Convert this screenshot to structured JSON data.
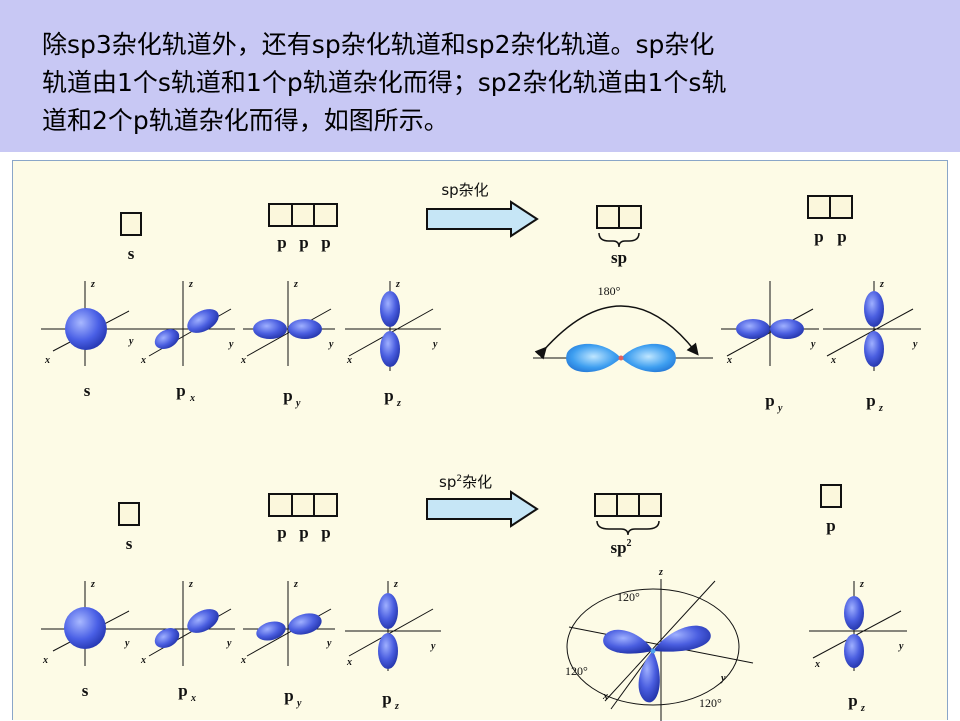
{
  "banner": {
    "lines": [
      "除sp3杂化轨道外，还有sp杂化轨道和sp2杂化轨道。sp杂化",
      "轨道由1个s轨道和1个p轨道杂化而得；sp2杂化轨道由1个s轨",
      "道和2个p轨道杂化而得，如图所示。"
    ],
    "background_color": "#c8c8f4"
  },
  "sp_section": {
    "arrow_label": "sp杂化",
    "s_box_label": "s",
    "p_box_labels": [
      "p",
      "p",
      "p"
    ],
    "result_box_label": "sp",
    "remaining_p_labels": [
      "p",
      "p"
    ],
    "angle_label": "180°",
    "orbital_labels": [
      "s",
      "p",
      "x",
      "p",
      "y",
      "p",
      "z"
    ],
    "remaining_orbital_labels": [
      "p",
      "y",
      "p",
      "z"
    ]
  },
  "sp2_section": {
    "arrow_label": "sp",
    "arrow_label_sup": "2",
    "arrow_label_tail": "杂化",
    "s_box_label": "s",
    "p_box_labels": [
      "p",
      "p",
      "p"
    ],
    "result_box_label": "sp",
    "result_box_sup": "2",
    "remaining_p_label": "p",
    "angle_labels": [
      "120°",
      "120°",
      "120°"
    ],
    "orbital_labels": [
      "s",
      "p",
      "x",
      "p",
      "y",
      "p",
      "z"
    ],
    "remaining_orbital_labels": [
      "p",
      "z"
    ]
  },
  "axis_letters": {
    "x": "x",
    "y": "y",
    "z": "z"
  },
  "colors": {
    "orbital": "#5a6ee0",
    "orbital_hybrid": "#4fa3ec",
    "arrow_fill": "#c6e6f6",
    "box_fill": "#fbf7dc"
  }
}
